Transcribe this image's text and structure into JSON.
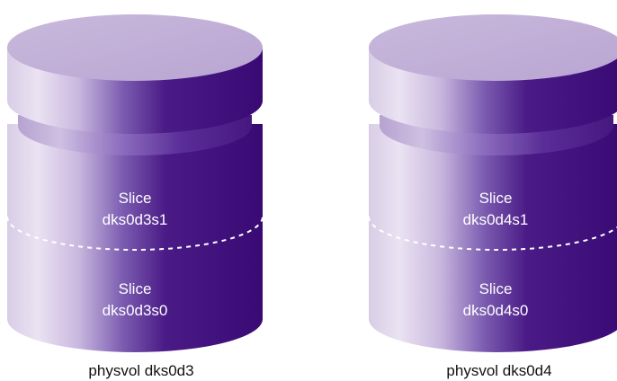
{
  "disks": [
    {
      "caption": "physvol dks0d3",
      "slices": [
        {
          "line1": "Slice",
          "line2": "dks0d3s1"
        },
        {
          "line1": "Slice",
          "line2": "dks0d3s0"
        }
      ]
    },
    {
      "caption": "physvol dks0d4",
      "slices": [
        {
          "line1": "Slice",
          "line2": "dks0d4s1"
        },
        {
          "line1": "Slice",
          "line2": "dks0d4s0"
        }
      ]
    }
  ],
  "colors": {
    "top": "#c4b2d8",
    "side_light": "#e4dced",
    "side_mid": "#7050a8",
    "side_dark": "#3b0a76",
    "divider": "#ffffff",
    "caption": "#111111"
  }
}
